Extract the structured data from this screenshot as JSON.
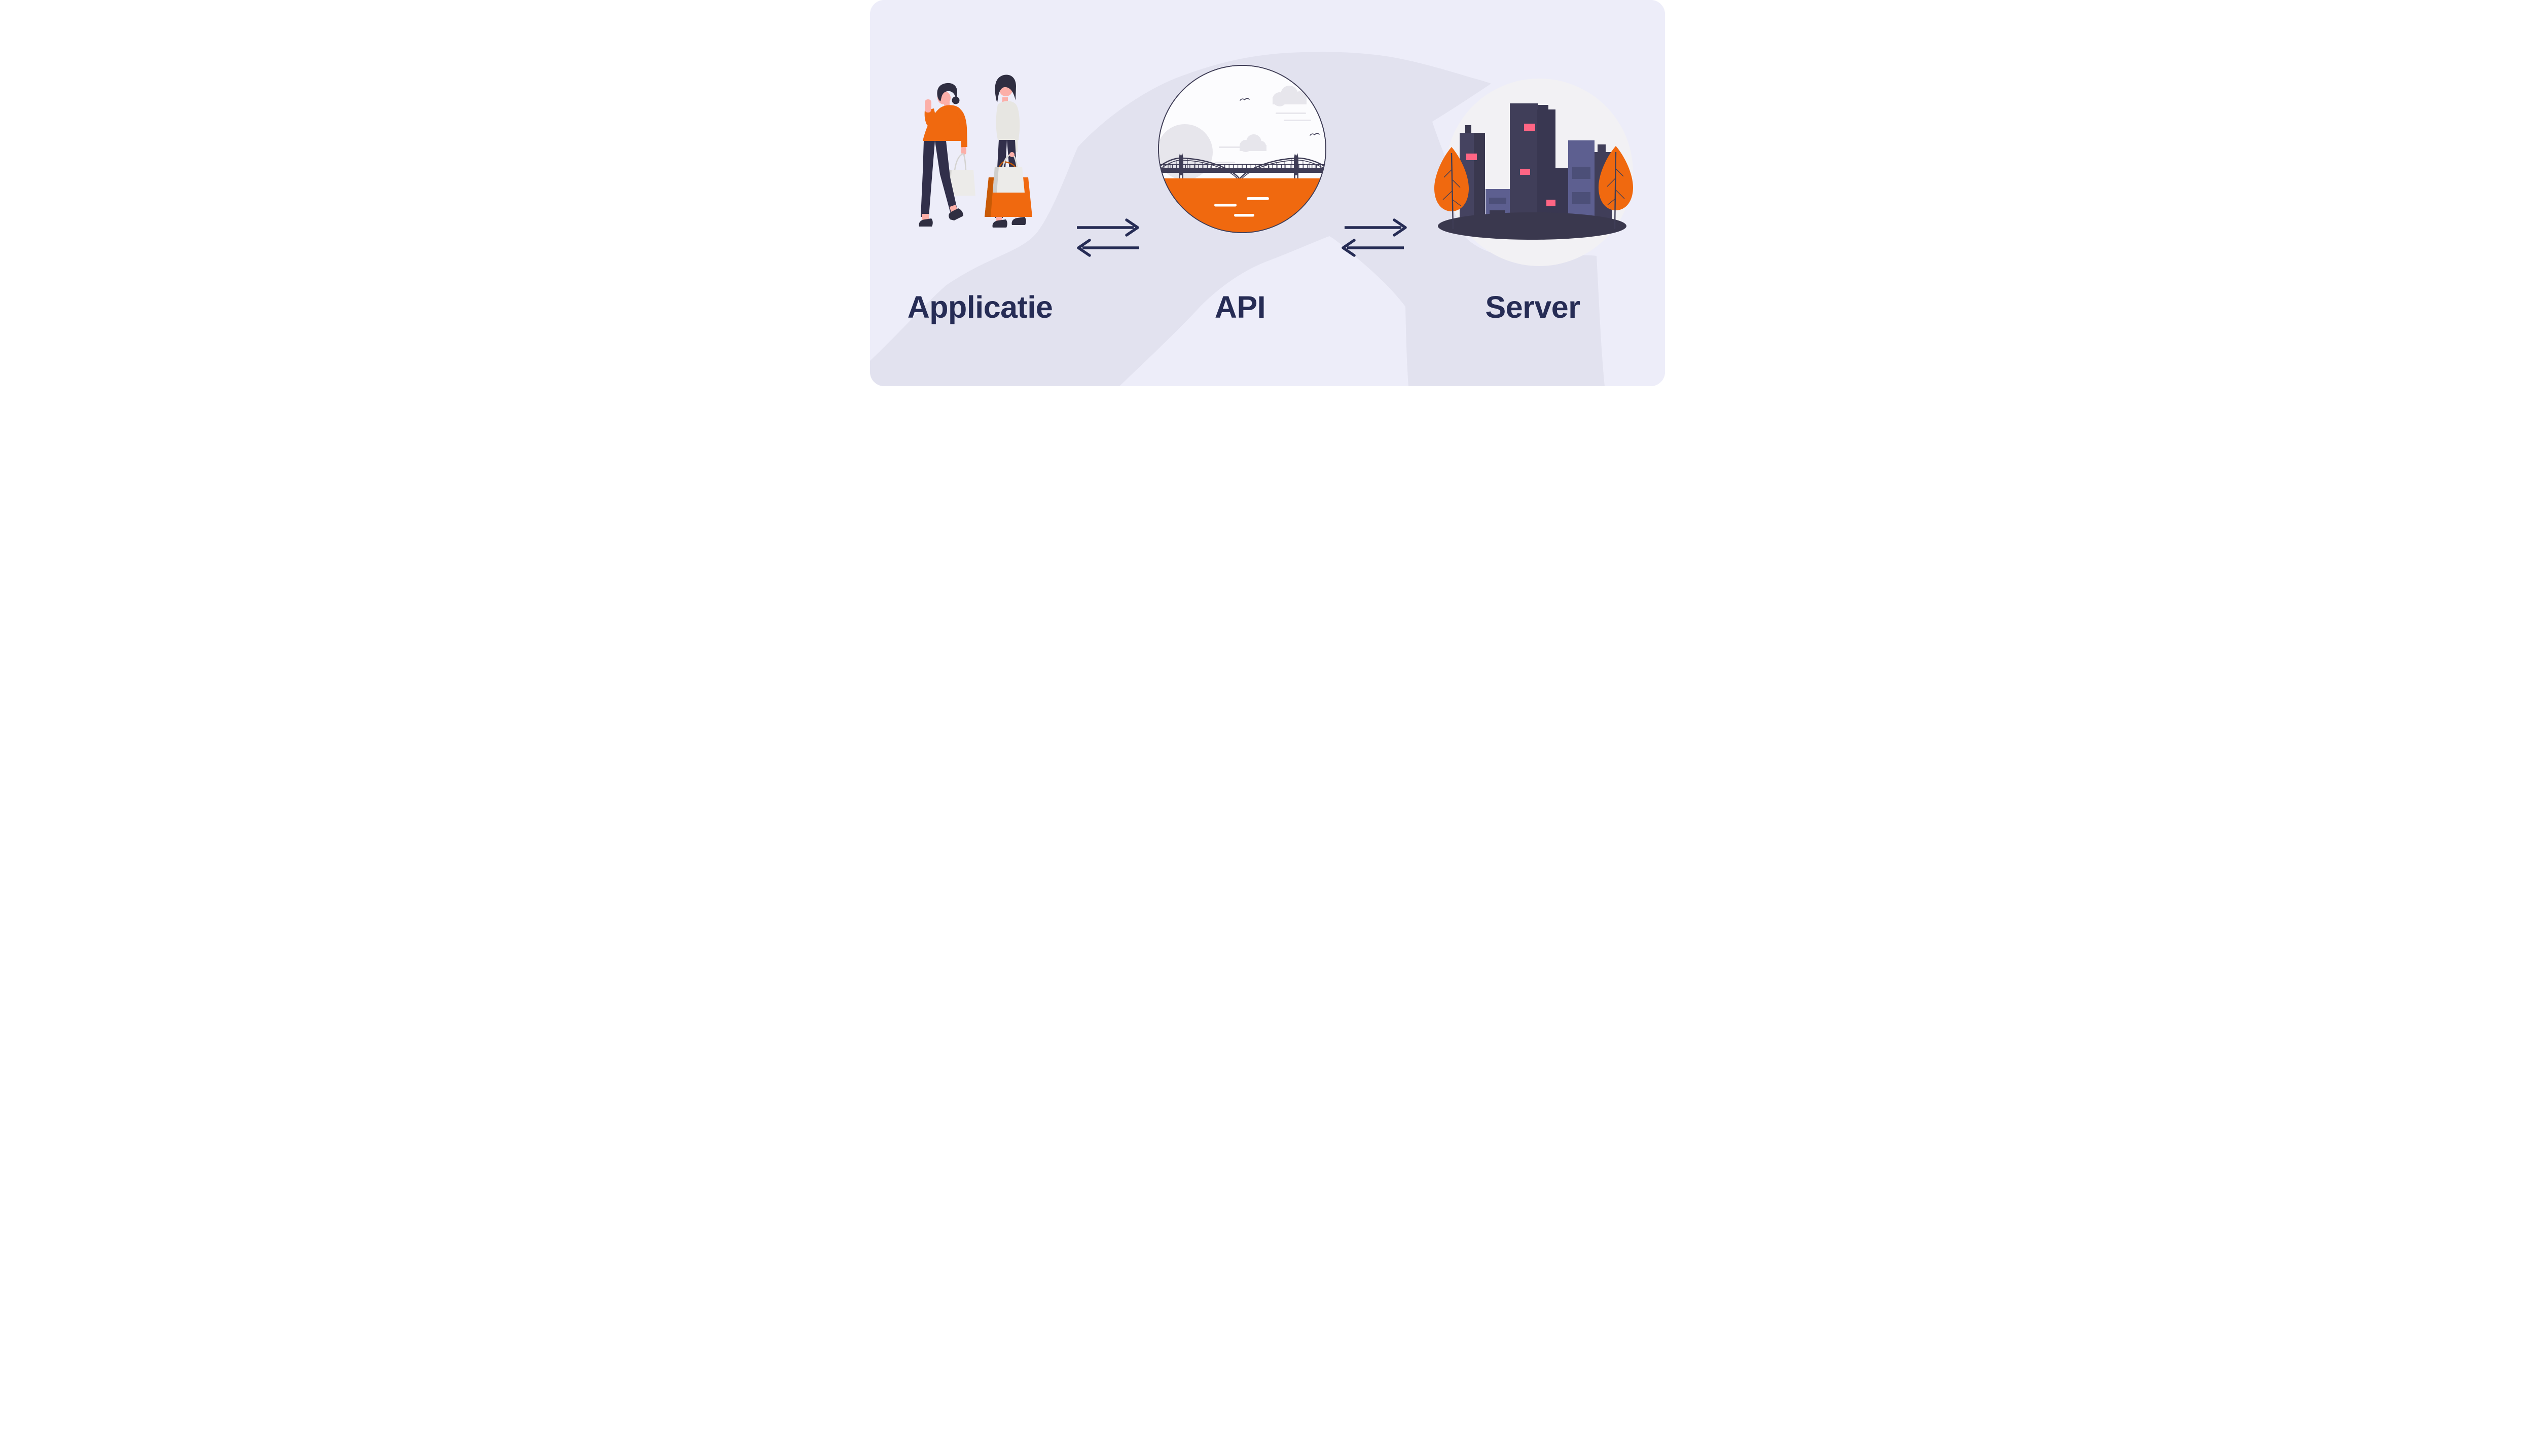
{
  "diagram": {
    "title_visible_text_only": true,
    "nodes": [
      {
        "id": "applicatie",
        "label": "Applicatie",
        "illustration": "two-shoppers-with-bags-icon"
      },
      {
        "id": "api",
        "label": "API",
        "illustration": "suspension-bridge-circle-icon"
      },
      {
        "id": "server",
        "label": "Server",
        "illustration": "city-skyline-trees-icon"
      }
    ],
    "connectors": [
      {
        "from": "applicatie",
        "to": "api",
        "type": "bidirectional",
        "icons": [
          "arrow-right-icon",
          "arrow-left-icon"
        ]
      },
      {
        "from": "api",
        "to": "server",
        "type": "bidirectional",
        "icons": [
          "arrow-right-icon",
          "arrow-left-icon"
        ]
      }
    ]
  },
  "colors": {
    "page_background": "#FFFFFF",
    "panel_background_light": "#EDEDF9",
    "panel_swoosh_shade": "#E2E2EF",
    "label_and_arrow_navy": "#262C55",
    "illustration_outline_navy": "#3F3D56",
    "dark_hair_navy": "#2F2E41",
    "accent_orange": "#F0690F",
    "accent_orange_shade": "#C85A06",
    "accent_pink_window": "#FF6584",
    "skin_pink": "#FCAFA8",
    "shirt_bag_gray": "#E7E6E2",
    "bag_gray_shade": "#C9C8C6",
    "city_backdrop_gray": "#F2F1F4",
    "building_indigo": "#5D5F90",
    "building_indigo_band": "#4C4F78",
    "bridge_sky_white": "#FCFCFE",
    "cloud_gray": "#E7E6EC"
  }
}
